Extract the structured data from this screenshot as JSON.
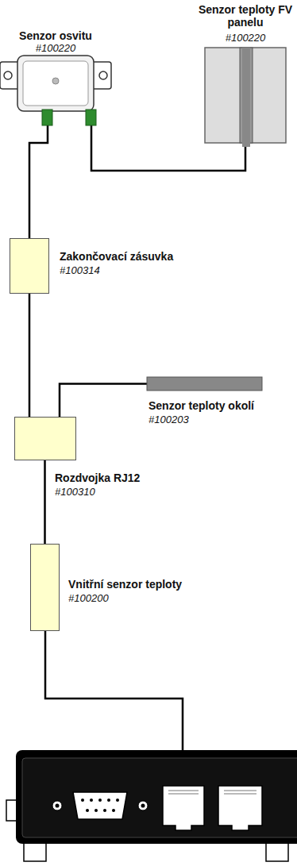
{
  "diagram": {
    "nodes": [
      {
        "text": [
          "Senzor osvitu",
          "#100220"
        ]
      },
      {
        "text": [
          "Senzor teploty FV panelu",
          "#100220"
        ]
      },
      {
        "text": [
          "Zakončovací zásuvka",
          "#100314"
        ]
      },
      {
        "text": [
          "Senzor teploty okolí",
          "#100203"
        ]
      },
      {
        "text": [
          "Rozdvojka RJ12",
          "#100310"
        ]
      },
      {
        "text": [
          "Vnitřní senzor teploty",
          "#100200"
        ]
      }
    ],
    "edges": [
      {
        "from": 0,
        "to": 1,
        "arrow": "none"
      },
      {
        "from": 0,
        "to": 2,
        "arrow": "none"
      },
      {
        "from": 2,
        "to": 4,
        "arrow": "none"
      },
      {
        "from": 4,
        "to": 3,
        "arrow": "none"
      },
      {
        "from": 4,
        "to": 5,
        "arrow": "none"
      }
    ]
  }
}
